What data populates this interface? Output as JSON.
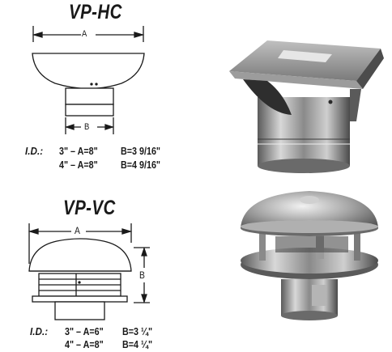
{
  "sections": [
    {
      "title": "VP-HC",
      "dimension_label": "I.D.:",
      "rows": [
        {
          "size": "3\" – A=8\"",
          "b": "B=3 9/16\""
        },
        {
          "size": "4\" – A=8\"",
          "b": "B=4 9/16\""
        }
      ],
      "drawing_labels": {
        "a": "A",
        "b": "B"
      }
    },
    {
      "title": "VP-VC",
      "dimension_label": "I.D.:",
      "rows": [
        {
          "size": "3\" – A=6\"",
          "b": "B=3 ¼\""
        },
        {
          "size": "4\" – A=8\"",
          "b": "B=4 ¼\""
        }
      ],
      "drawing_labels": {
        "a": "A",
        "b": "B"
      }
    }
  ]
}
